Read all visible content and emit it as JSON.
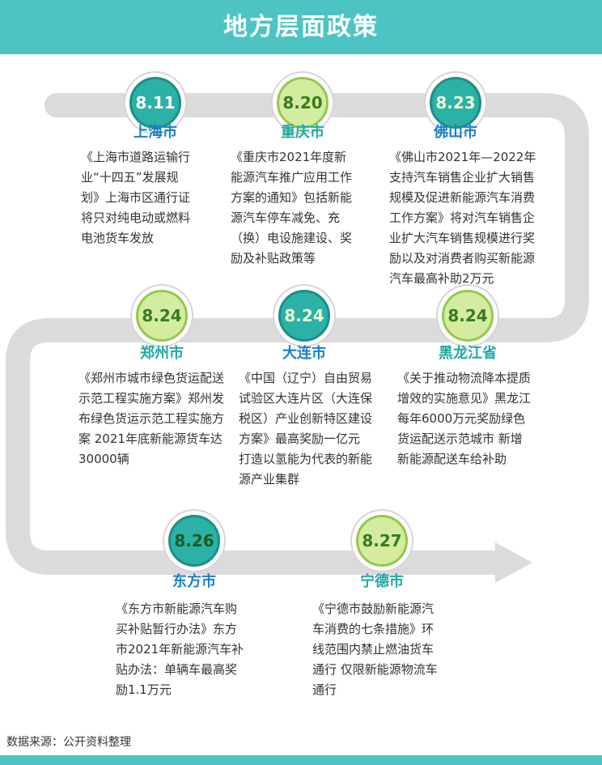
{
  "header": {
    "title": "地方层面政策",
    "bg_color": "#4EC3C4",
    "text_color": "#FFFFFF"
  },
  "timeline": {
    "band_color": "#DBDBDB",
    "entries": [
      {
        "date": "8.11",
        "city": "上海市",
        "circle_style": "teal",
        "date_text_color": "#FFFFFF",
        "city_color": "#1C7FC6",
        "policy": "《上海市道路运输行\n业“十四五”发展规\n划》上海市区通行证\n将只对纯电动或燃料\n电池货车发放"
      },
      {
        "date": "8.20",
        "city": "重庆市",
        "circle_style": "green",
        "date_text_color": "#3A7A1E",
        "city_color": "#22A8A2",
        "policy": "《重庆市2021年度新\n能源汽车推广应用工作\n方案的通知》包括新能\n源汽车停车减免、充\n（换）电设施建设、奖\n励及补贴政策等"
      },
      {
        "date": "8.23",
        "city": "佛山市",
        "circle_style": "teal",
        "date_text_color": "#EDFAD2",
        "city_color": "#1C7FC6",
        "policy": "《佛山市2021年—2022年\n支持汽车销售企业扩大销售\n规模及促进新能源汽车消费\n工作方案》将对汽车销售企\n业扩大汽车销售规模进行奖\n励以及对消费者购买新能源\n汽车最高补助2万元"
      },
      {
        "date": "8.24",
        "city": "郑州市",
        "circle_style": "green",
        "date_text_color": "#3A7A1E",
        "city_color": "#22A8A2",
        "policy": "《郑州市城市绿色货运配送\n示范工程实施方案》郑州发\n布绿色货运示范工程实施方\n案 2021年底新能源货车达\n30000辆"
      },
      {
        "date": "8.24",
        "city": "大连市",
        "circle_style": "teal",
        "date_text_color": "#F4FDE4",
        "city_color": "#1C7FC6",
        "policy": "《中国（辽宁）自由贸易\n试验区大连片区（大连保\n税区）产业创新特区建设\n方案》最高奖励一亿元\n打造以氢能为代表的新能\n源产业集群"
      },
      {
        "date": "8.24",
        "city": "黑龙江省",
        "circle_style": "green",
        "date_text_color": "#3A7A1E",
        "city_color": "#22A8A2",
        "policy": "《关于推动物流降本提质\n增效的实施意见》黑龙江\n每年6000万元奖励绿色\n货运配送示范城市 新增\n新能源配送车给补助"
      },
      {
        "date": "8.26",
        "city": "东方市",
        "circle_style": "teal",
        "date_text_color": "#1D5B26",
        "city_color": "#1C7FC6",
        "policy": "《东方市新能源汽车购\n买补贴暂行办法》东方\n市2021年新能源汽车补\n贴办法：单辆车最高奖\n励1.1万元"
      },
      {
        "date": "8.27",
        "city": "宁德市",
        "circle_style": "green",
        "date_text_color": "#3A7A1E",
        "city_color": "#22A8A2",
        "policy": "《宁德市鼓励新能源汽\n车消费的七条措施》环\n线范围内禁止燃油货车\n通行 仅限新能源物流车\n通行"
      }
    ]
  },
  "footer": {
    "source": "数据来源：公开资料整理"
  },
  "colors": {
    "teal_circle_fill": "#2BB1A6",
    "teal_circle_border": "#1C8F86",
    "green_circle_fill": "#D3ECA0",
    "green_circle_border": "#94C84E",
    "city_blue": "#1C7FC6",
    "city_teal": "#22A8A2",
    "body_text": "#333333",
    "band_gray": "#DBDBDB",
    "header_teal": "#4EC3C4"
  }
}
